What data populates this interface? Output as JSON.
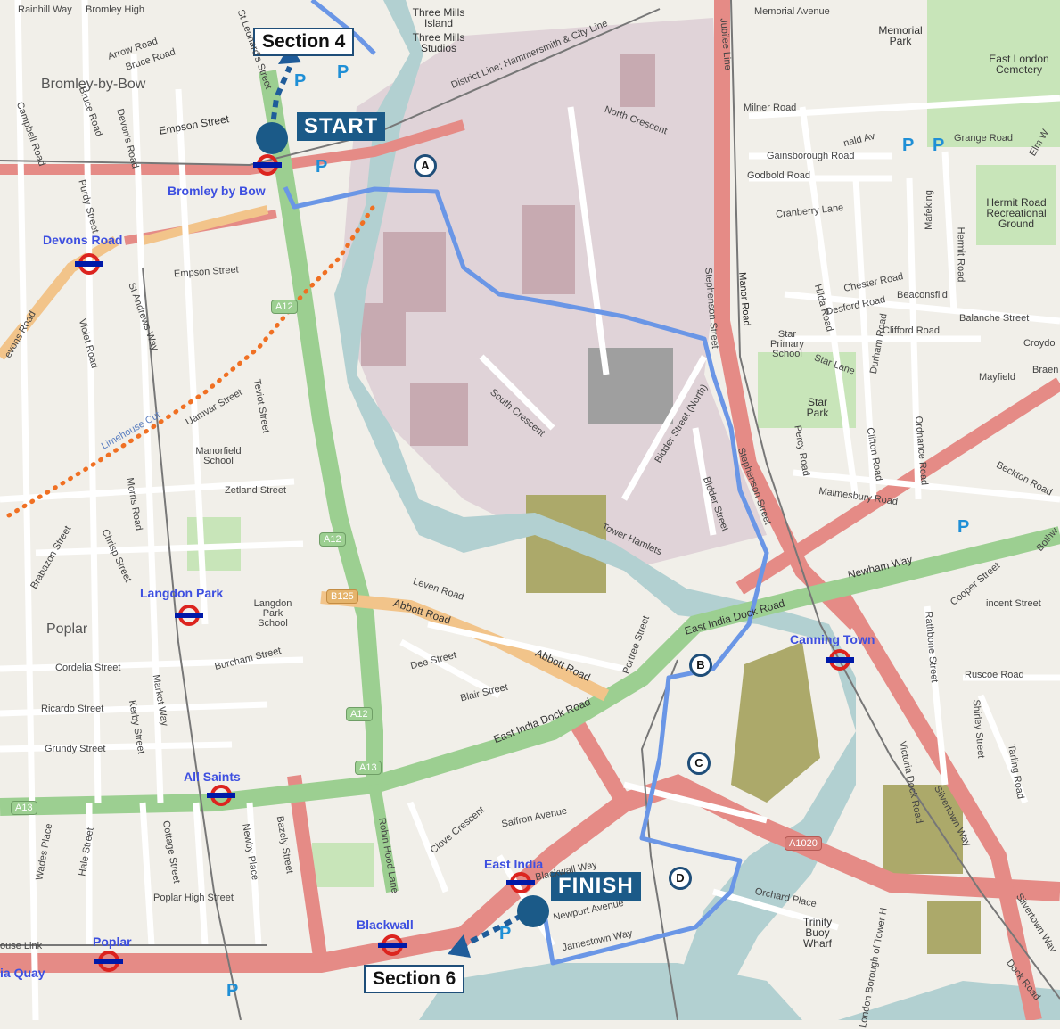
{
  "route": {
    "start_label": "START",
    "finish_label": "FINISH",
    "prev_section": "Section 4",
    "next_section": "Section 6",
    "waypoints": [
      "A",
      "B",
      "C",
      "D"
    ]
  },
  "stations": {
    "bromley_by_bow": "Bromley by Bow",
    "devons_road": "Devons Road",
    "langdon_park": "Langdon Park",
    "all_saints": "All Saints",
    "east_india": "East India",
    "blackwall": "Blackwall",
    "poplar": "Poplar",
    "canning_town": "Canning Town",
    "west_india_quay_partial": "ia Quay"
  },
  "areas": {
    "bromley_by_bow": "Bromley-by-Bow",
    "poplar": "Poplar",
    "three_mills_island": "Three Mills Island",
    "three_mills_studios": "Three Mills Studios",
    "memorial_park": "Memorial Park",
    "east_london_cemetery": "East London Cemetery",
    "hermit_road_ground": "Hermit Road Recreational Ground",
    "star_park": "Star Park",
    "star_primary_school": "Star Primary School",
    "manorfield_school": "Manorfield School",
    "langdon_park_school": "Langdon Park School",
    "trinity_buoy_wharf": "Trinity Buoy Wharf"
  },
  "streets": {
    "rainhill_way": "Rainhill Way",
    "bromley_high": "Bromley High",
    "arrow_road": "Arrow Road",
    "bruce_road": "Bruce Road",
    "st_leonards": "St Leonard's Street",
    "empson_street": "Empson Street",
    "empson_street_2": "Empson Street",
    "campbell_road": "Campbell Road",
    "bruce_road_v": "Bruce Road",
    "devons_road_st": "Devon's Road",
    "purdy_street": "Purdy Street",
    "devons_road_sw": "evons Road",
    "violet_road": "Violet Road",
    "st_andrews_way": "St Andrews Way",
    "uamvar_street": "Uamvar Street",
    "teviot_street": "Teviot Street",
    "limehouse_cut": "Limehouse Cut",
    "zetland_street": "Zetland Street",
    "morris_road": "Morris Road",
    "chrisp_street": "Chrisp Street",
    "brabazon_street": "Brabazon Street",
    "leven_road": "Leven Road",
    "abbott_road": "Abbott Road",
    "abbott_road_2": "Abbott Road",
    "portree_street": "Portree Street",
    "burcham_street": "Burcham Street",
    "dee_street": "Dee Street",
    "blair_street": "Blair Street",
    "cordelia_street": "Cordelia Street",
    "ricardo_street": "Ricardo Street",
    "grundy_street": "Grundy Street",
    "kerby_street": "Kerby Street",
    "market_way": "Market Way",
    "east_india_dock_road": "East India Dock Road",
    "east_india_dock_road_2": "East India Dock Road",
    "saffron_avenue": "Saffron Avenue",
    "clove_crescent": "Clove Crescent",
    "blackwall_way": "Blackwall Way",
    "newport_avenue": "Newport Avenue",
    "jamestown_way": "Jamestown Way",
    "orchard_place": "Orchard Place",
    "wades_place": "Wades Place",
    "hale_street": "Hale Street",
    "cottage_street": "Cottage Street",
    "newby_place": "Newby Place",
    "bazely_street": "Bazely Street",
    "robin_hood_lane": "Robin Hood Lane",
    "poplar_high_street": "Poplar High Street",
    "house_link": "ouse Link",
    "district_line": "District Line; Hammersmith & City Line",
    "north_crescent": "North Crescent",
    "south_crescent": "South Crescent",
    "bidder_street": "Bidder Street (North)",
    "bidder_street_2": "Bidder Street",
    "stephenson_street": "Stephenson Street",
    "stephenson_street_2": "Stephenson Street",
    "tower_hamlets": "Tower Hamlets",
    "memorial_avenue": "Memorial Avenue",
    "jubilee_line": "Jubilee Line",
    "milner_road": "Milner Road",
    "gainsborough_road": "Gainsborough Road",
    "godbold_road": "Godbold Road",
    "cranberry_lane": "Cranberry Lane",
    "grange_road": "Grange Road",
    "elm_way": "Elm W",
    "donald_avenue": "nald Av",
    "mafeking": "Mafeking",
    "hermit_road": "Hermit Road",
    "chester_road": "Chester Road",
    "hilda_road": "Hilda Road",
    "desford_road": "Desford Road",
    "beaconsfield": "Beaconsfild",
    "balaanche_street": "Balanche Street",
    "croydon": "Croydo",
    "clifford_road": "Clifford Road",
    "durham_road": "Durham Road",
    "star_lane": "Star Lane",
    "mayfield": "Mayfield",
    "braemar": "Braen",
    "manor_road": "Manor Road",
    "percy_road": "Percy Road",
    "clifton_road": "Clifton Road",
    "ordnance_road": "Ordnance Road",
    "malmesbury_road": "Malmesbury Road",
    "beckton_road": "Beckton Road",
    "newham_way": "Newham Way",
    "cooper_street": "Cooper Street",
    "vincent_street": "incent Street",
    "rathbone_street": "Rathbone Street",
    "ruscoe_road": "Ruscoe Road",
    "shirley_street": "Shirley Street",
    "tarling_road": "Tarling Road",
    "silvertown_way": "Silvertown Way",
    "silvertown_way_2": "Silvertown Way",
    "victoria_dock_road": "Victoria Dock Road",
    "dock_road": "Dock Road",
    "london_borough": "London Borough of Tower H",
    "bothwell": "Bothw"
  },
  "road_numbers": {
    "a12_1": "A12",
    "a12_2": "A12",
    "a12_3": "A12",
    "a13_1": "A13",
    "a13_2": "A13",
    "b125": "B125",
    "a1020": "A1020"
  },
  "icons": [
    "parking-icon",
    "underground-roundel-icon",
    "waypoint-marker-icon",
    "direction-arrow-icon"
  ],
  "colors": {
    "route": "#6a96e6",
    "route_connector": "#1f5c9a",
    "badge": "#1b5a88",
    "main_road": "#e58b86",
    "trunk_road": "#9ccf91",
    "b_road": "#f2c48a",
    "water": "#b2d0d1",
    "park": "#c8e5b9",
    "industrial": "#d9c8d0",
    "towpath_dots": "#f07023"
  }
}
